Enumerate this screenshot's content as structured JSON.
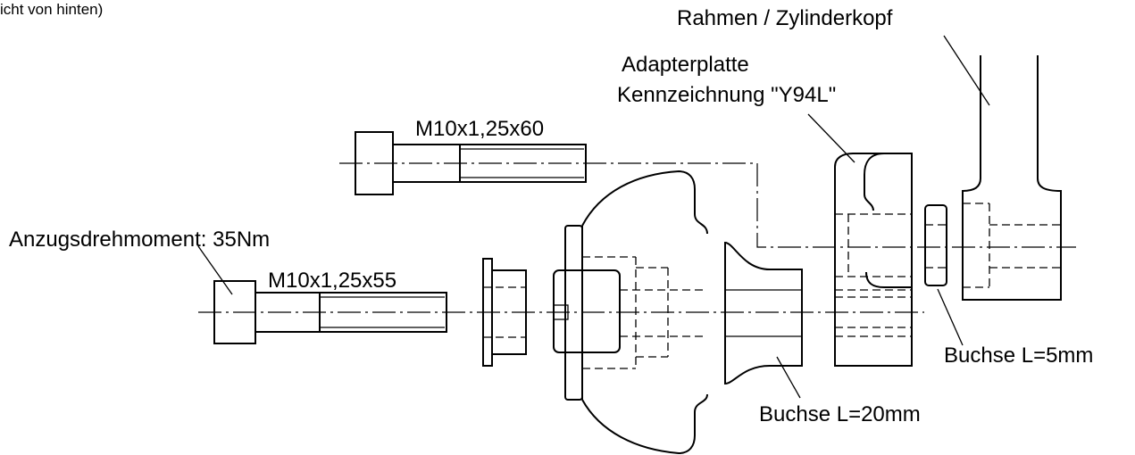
{
  "caption": "icht von hinten)",
  "labels": {
    "frame": "Rahmen / Zylinderkopf",
    "adapter_line1": "Adapterplatte",
    "adapter_line2": "Kennzeichnung \"Y94L\"",
    "bolt_upper": "M10x1,25x60",
    "torque": "Anzugsdrehmoment: 35Nm",
    "bolt_lower": "M10x1,25x55",
    "bushing_short": "Buchse L=5mm",
    "bushing_long": "Buchse L=20mm"
  }
}
